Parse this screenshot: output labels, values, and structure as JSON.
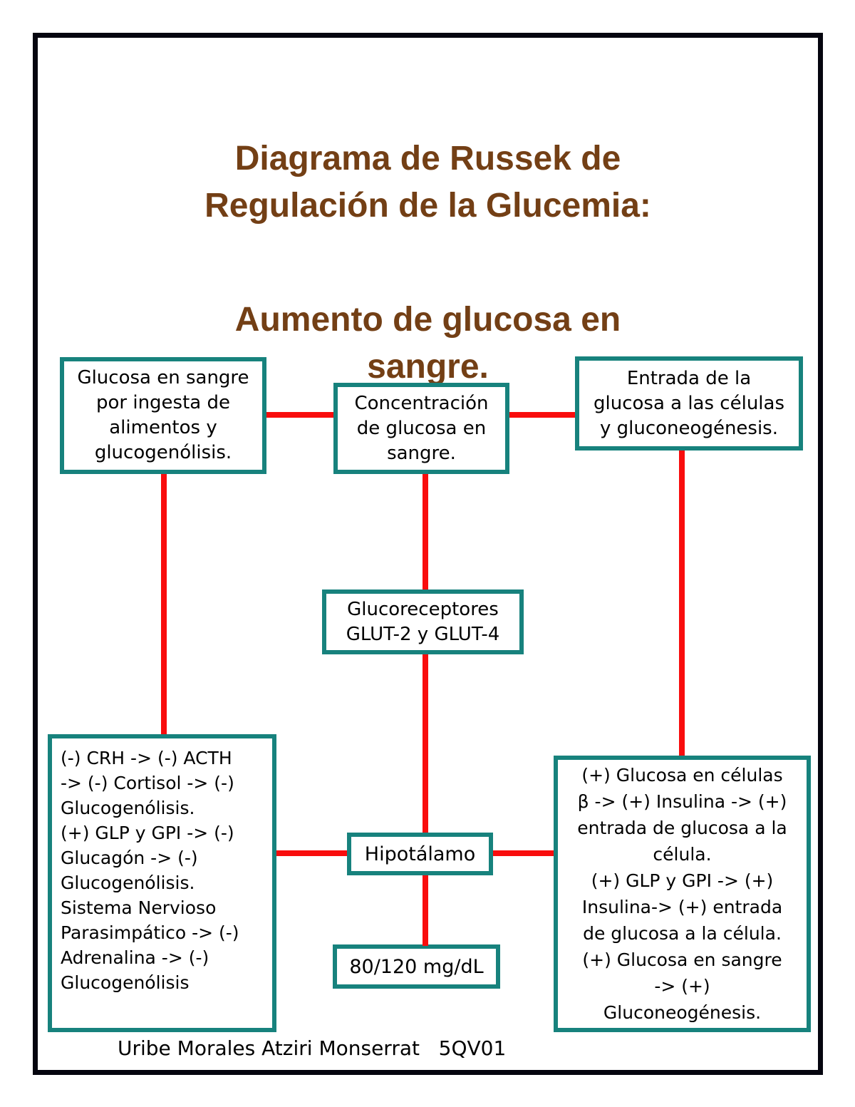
{
  "title": {
    "part1": "Diagrama de Russek de\nRegulación de la Glucemia:",
    "part2": "Aumento de glucosa en\nsangre."
  },
  "nodes": {
    "glucosa_ingesta": {
      "text": "Glucosa en sangre\npor ingesta de\nalimentos y\nglucogenólisis."
    },
    "concentracion_glucosa": {
      "text": "Concentración\nde glucosa en\nsangre."
    },
    "entrada_glucosa": {
      "text": "Entrada de la\nglucosa a las células\ny gluconeogénesis."
    },
    "glucoreceptores": {
      "text": "Glucoreceptores\nGLUT-2 y GLUT-4"
    },
    "eje_crh": {
      "text": "(-) CRH -> (-) ACTH\n-> (-) Cortisol -> (-)\nGlucogenólisis.\n(+) GLP y GPI -> (-)\nGlucagón -> (-)\nGlucogenólisis.\nSistema Nervioso\nParasimpático -> (-)\nAdrenalina -> (-)\nGlucogenólisis"
    },
    "hipotalamo": {
      "text": "Hipotálamo"
    },
    "rango_glucemia": {
      "text": "80/120 mg/dL"
    },
    "celulas_beta": {
      "text": "(+) Glucosa en células\nβ -> (+) Insulina -> (+)\nentrada de glucosa a la\ncélula.\n(+) GLP y GPI -> (+)\nInsulina-> (+) entrada\nde glucosa a la célula.\n(+) Glucosa en sangre\n-> (+)\nGluconeogénesis."
    }
  },
  "footer": "Uribe Morales Atziri Monserrat   5QV01",
  "colors": {
    "node_border": "#17827D",
    "connector": "#F90D0D",
    "page_border": "#05050F",
    "title_text": "#733F15",
    "body_text": "#000000"
  }
}
